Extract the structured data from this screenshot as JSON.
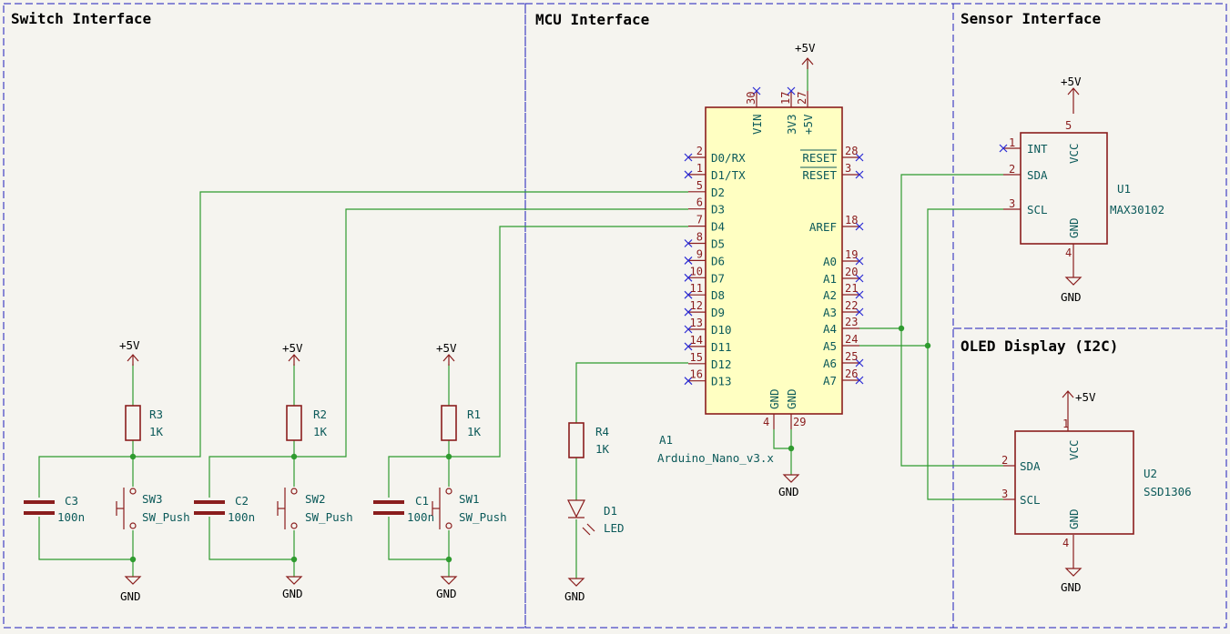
{
  "sections": {
    "switch": "Switch Interface",
    "mcu": "MCU Interface",
    "sensor": "Sensor Interface",
    "oled": "OLED Display (I2C)"
  },
  "power": {
    "vcc": "+5V",
    "gnd": "GND"
  },
  "mcu": {
    "ref": "A1",
    "value": "Arduino_Nano_v3.x",
    "left_pins": [
      {
        "num": "2",
        "name": "D0/RX"
      },
      {
        "num": "1",
        "name": "D1/TX"
      },
      {
        "num": "5",
        "name": "D2"
      },
      {
        "num": "6",
        "name": "D3"
      },
      {
        "num": "7",
        "name": "D4"
      },
      {
        "num": "8",
        "name": "D5"
      },
      {
        "num": "9",
        "name": "D6"
      },
      {
        "num": "10",
        "name": "D7"
      },
      {
        "num": "11",
        "name": "D8"
      },
      {
        "num": "12",
        "name": "D9"
      },
      {
        "num": "13",
        "name": "D10"
      },
      {
        "num": "14",
        "name": "D11"
      },
      {
        "num": "15",
        "name": "D12"
      },
      {
        "num": "16",
        "name": "D13"
      }
    ],
    "right_pins": [
      {
        "num": "28",
        "name": "RESET"
      },
      {
        "num": "3",
        "name": "RESET"
      },
      {
        "num": "18",
        "name": "AREF"
      },
      {
        "num": "19",
        "name": "A0"
      },
      {
        "num": "20",
        "name": "A1"
      },
      {
        "num": "21",
        "name": "A2"
      },
      {
        "num": "22",
        "name": "A3"
      },
      {
        "num": "23",
        "name": "A4"
      },
      {
        "num": "24",
        "name": "A5"
      },
      {
        "num": "25",
        "name": "A6"
      },
      {
        "num": "26",
        "name": "A7"
      }
    ],
    "top_pins": [
      {
        "num": "30",
        "name": "VIN"
      },
      {
        "num": "17",
        "name": "3V3"
      },
      {
        "num": "27",
        "name": "+5V"
      }
    ],
    "bottom_pins": [
      {
        "num": "4",
        "name": "GND"
      },
      {
        "num": "29",
        "name": "GND"
      }
    ]
  },
  "sensor": {
    "ref": "U1",
    "value": "MAX30102",
    "pins": {
      "int": "INT",
      "sda": "SDA",
      "scl": "SCL",
      "vcc": "VCC",
      "gnd": "GND"
    },
    "nums": {
      "int": "1",
      "sda": "2",
      "scl": "3",
      "vcc": "5",
      "gnd": "4"
    }
  },
  "oled": {
    "ref": "U2",
    "value": "SSD1306",
    "pins": {
      "sda": "SDA",
      "scl": "SCL",
      "vcc": "VCC",
      "gnd": "GND"
    },
    "nums": {
      "sda": "2",
      "scl": "3",
      "vcc": "1",
      "gnd": "4"
    }
  },
  "switches": [
    {
      "r": "R3",
      "rv": "1K",
      "c": "C3",
      "cv": "100n",
      "sw": "SW3",
      "swv": "SW_Push"
    },
    {
      "r": "R2",
      "rv": "1K",
      "c": "C2",
      "cv": "100n",
      "sw": "SW2",
      "swv": "SW_Push"
    },
    {
      "r": "R1",
      "rv": "1K",
      "c": "C1",
      "cv": "100n",
      "sw": "SW1",
      "swv": "SW_Push"
    }
  ],
  "led_circuit": {
    "r": "R4",
    "rv": "1K",
    "d": "D1",
    "dv": "LED"
  }
}
